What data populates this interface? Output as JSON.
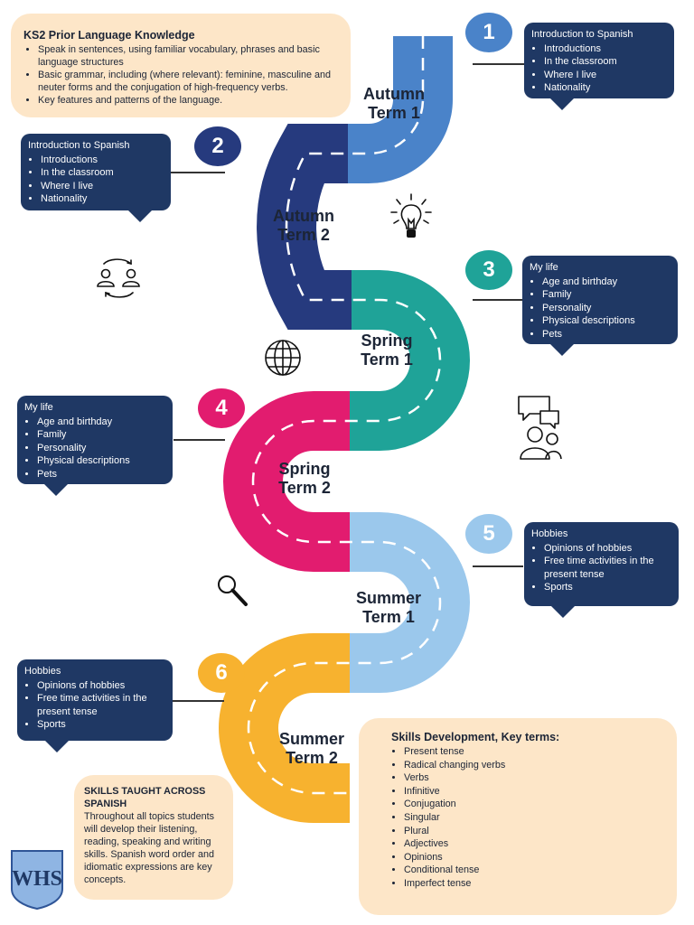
{
  "prior_knowledge": {
    "title": "KS2 Prior Language Knowledge",
    "items": [
      "Speak in sentences, using familiar vocabulary, phrases and basic language structures",
      "Basic grammar, including (where relevant): feminine, masculine and neuter forms and the conjugation of high-frequency verbs.",
      "Key features and patterns of the language."
    ]
  },
  "terms": [
    {
      "number": "1",
      "name_line1": "Autumn",
      "name_line2": "Term 1",
      "color": "#4a83c9",
      "topic": "Introduction to Spanish",
      "items": [
        "Introductions",
        "In the classroom",
        "Where I live",
        "Nationality"
      ]
    },
    {
      "number": "2",
      "name_line1": "Autumn",
      "name_line2": "Term 2",
      "color": "#263a7e",
      "topic": "Introduction to Spanish",
      "items": [
        "Introductions",
        "In the classroom",
        "Where I live",
        "Nationality"
      ]
    },
    {
      "number": "3",
      "name_line1": "Spring",
      "name_line2": "Term 1",
      "color": "#1fa398",
      "topic": "My life",
      "items": [
        "Age and birthday",
        "Family",
        "Personality",
        "Physical descriptions",
        "Pets"
      ]
    },
    {
      "number": "4",
      "name_line1": "Spring",
      "name_line2": "Term 2",
      "color": "#e21c6f",
      "topic": "My life",
      "items": [
        "Age and birthday",
        "Family",
        "Personality",
        "Physical descriptions",
        "Pets"
      ]
    },
    {
      "number": "5",
      "name_line1": "Summer",
      "name_line2": "Term 1",
      "color": "#9bc8ec",
      "topic": "Hobbies",
      "items": [
        "Opinions of hobbies",
        "Free time activities in the present tense",
        "Sports"
      ]
    },
    {
      "number": "6",
      "name_line1": "Summer",
      "name_line2": "Term 2",
      "color": "#f7b22f",
      "topic": "Hobbies",
      "items": [
        "Opinions of hobbies",
        "Free time activities in the present tense",
        "Sports"
      ]
    }
  ],
  "skills_taught": {
    "title": "SKILLS TAUGHT ACROSS SPANISH",
    "text": "Throughout all topics students will develop their listening, reading, speaking and writing skills.  Spanish word order and idiomatic expressions are key concepts."
  },
  "key_terms": {
    "title": "Skills Development, Key terms:",
    "items": [
      "Present tense",
      "Radical changing verbs",
      "Verbs",
      "Infinitive",
      "Conjugation",
      "Singular",
      "Plural",
      "Adjectives",
      "Opinions",
      "Conditional tense",
      "Imperfect tense"
    ]
  },
  "school_logo": {
    "text": "WHS"
  },
  "icons": [
    "lightbulb-icon",
    "people-exchange-icon",
    "globe-icon",
    "conversation-icon",
    "magnifier-icon"
  ]
}
